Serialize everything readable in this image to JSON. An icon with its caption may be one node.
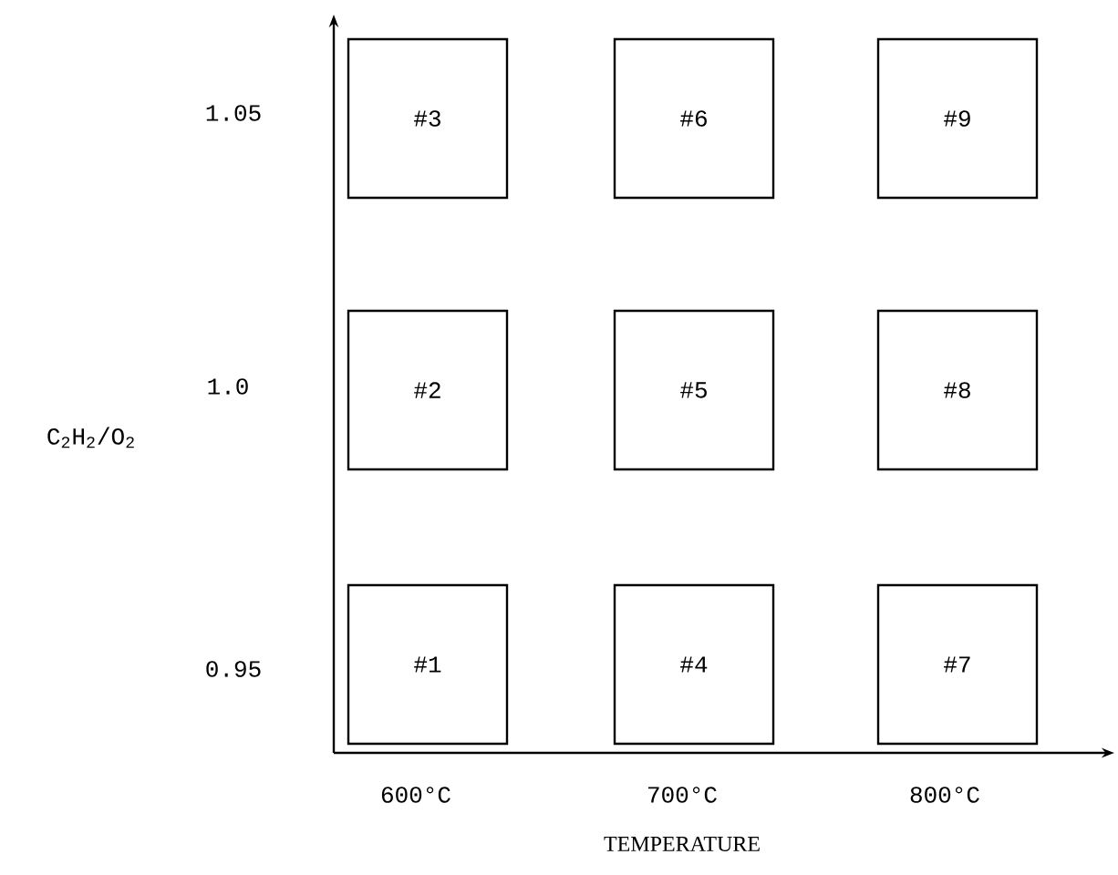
{
  "diagram": {
    "nodes": [
      {
        "text": [
          "#3"
        ]
      },
      {
        "text": [
          "#6"
        ]
      },
      {
        "text": [
          "#9"
        ]
      },
      {
        "text": [
          "#2"
        ]
      },
      {
        "text": [
          "#5"
        ]
      },
      {
        "text": [
          "#8"
        ]
      },
      {
        "text": [
          "#1"
        ]
      },
      {
        "text": [
          "#4"
        ]
      },
      {
        "text": [
          "#7"
        ]
      }
    ],
    "labels": [
      "1.05",
      "C$_{2}$H$_{2}$/O$_{2}$",
      "1.0",
      "0.95",
      "600°C",
      "700°C",
      "800°C",
      "TEMPERATURE"
    ]
  }
}
